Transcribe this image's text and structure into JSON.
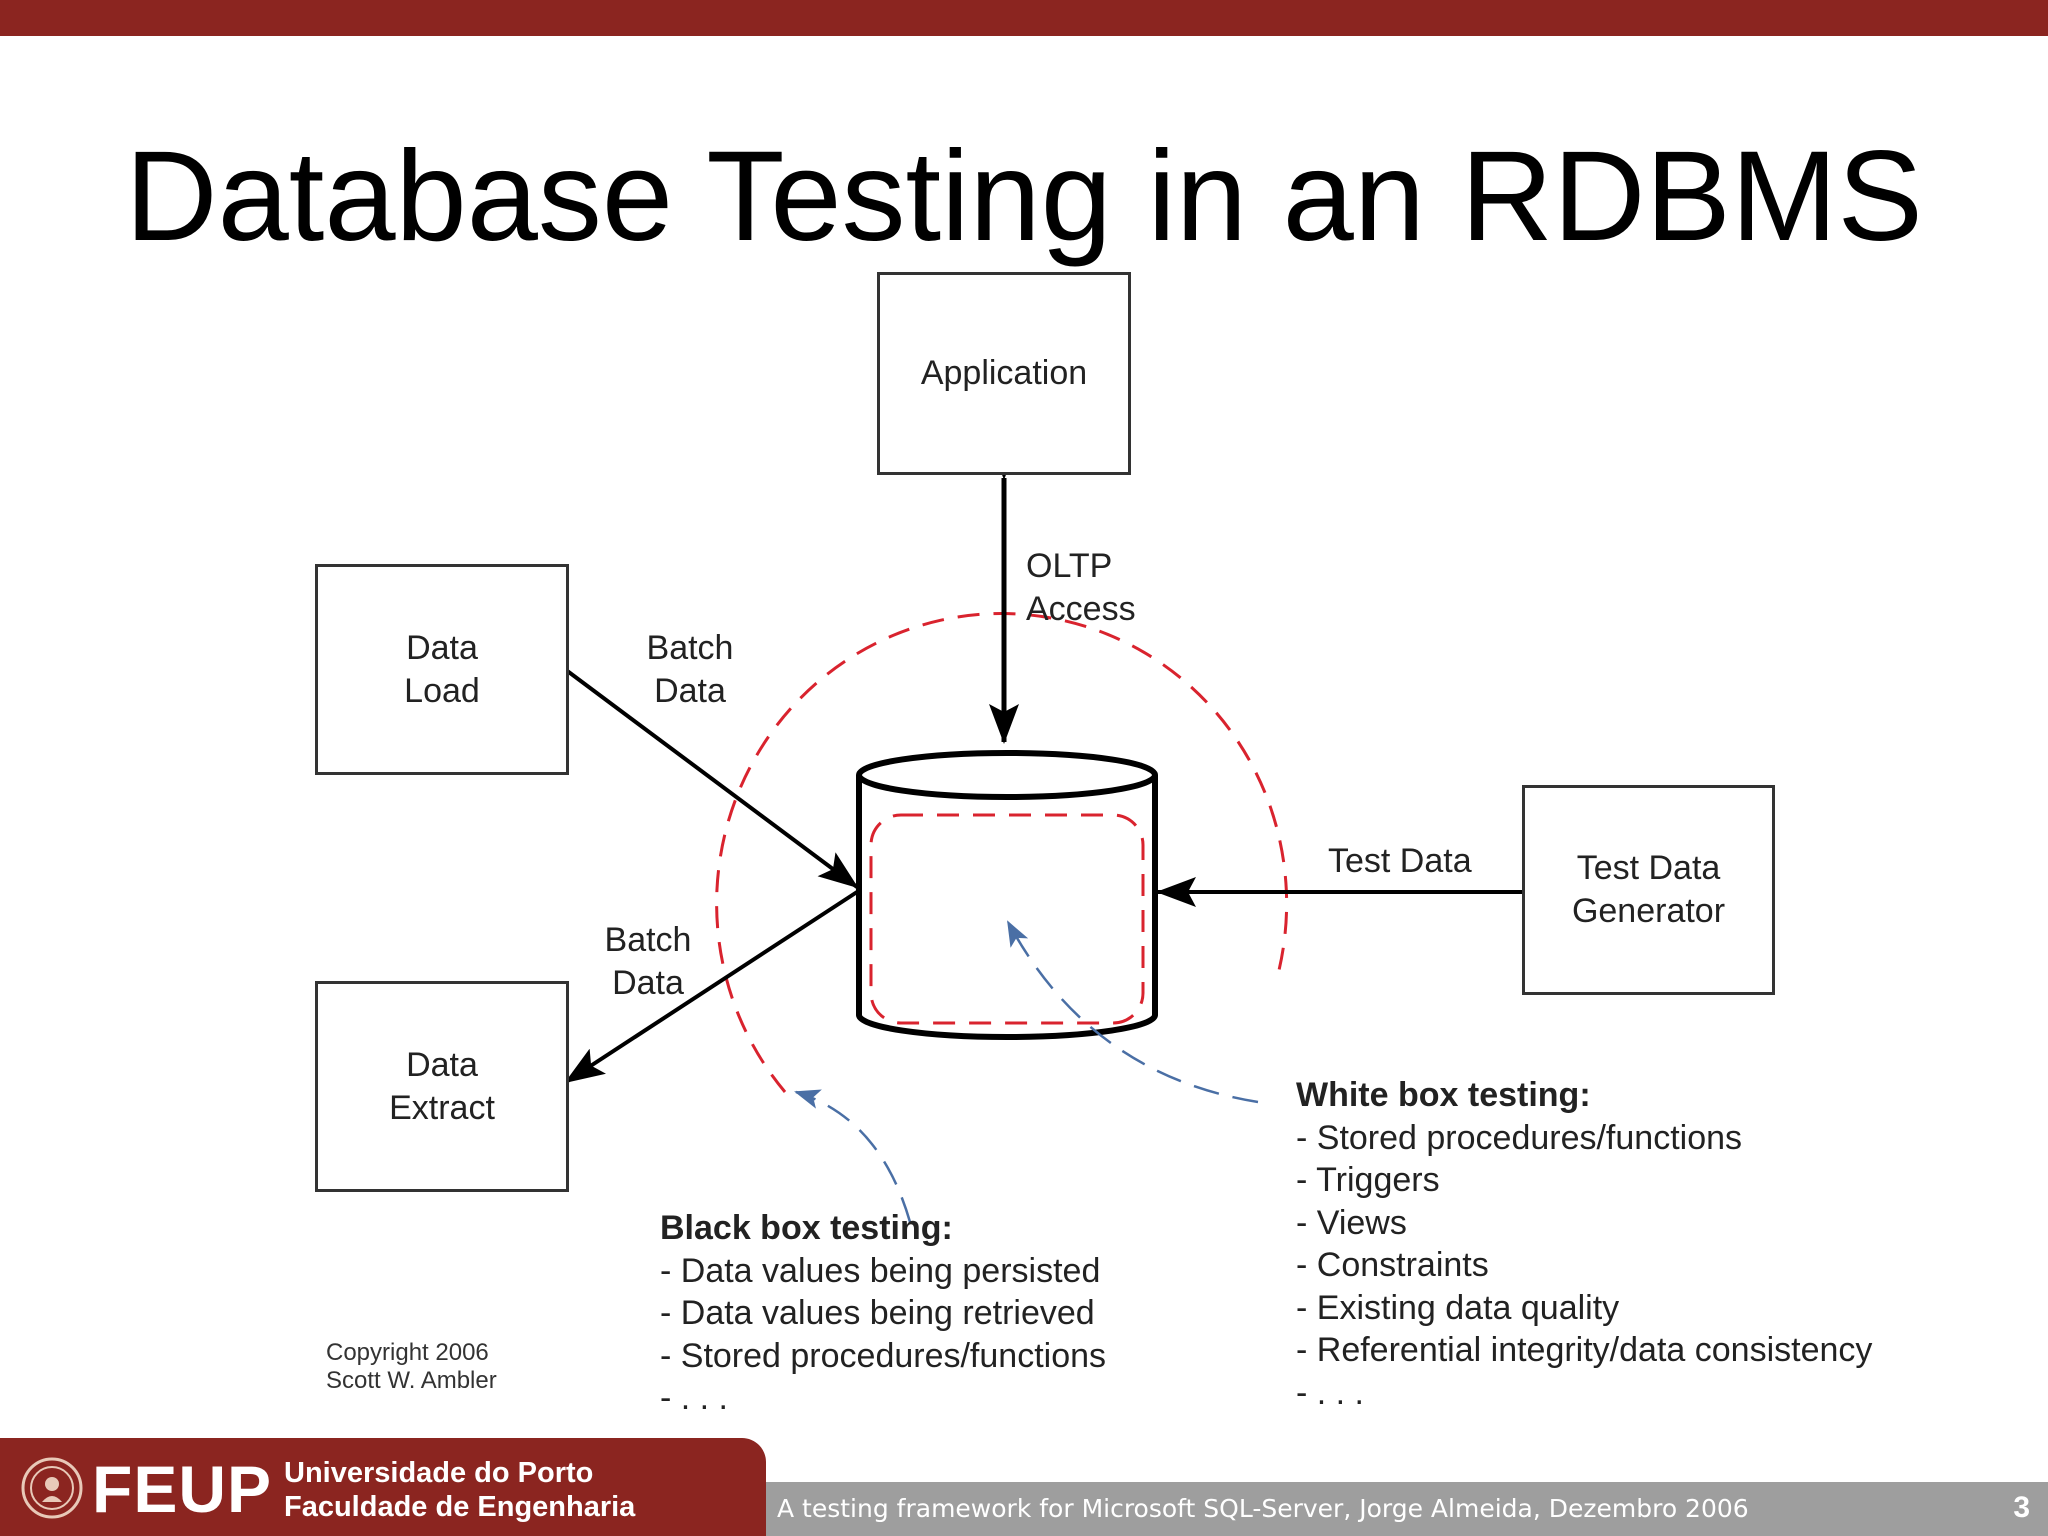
{
  "slide": {
    "title": "Database Testing in an RDBMS"
  },
  "diagram": {
    "boxes": {
      "application": "Application",
      "data_load": "Data\nLoad",
      "data_extract": "Data\nExtract",
      "test_data_generator": "Test Data\nGenerator"
    },
    "edge_labels": {
      "oltp_access": "OLTP\nAccess",
      "batch_data_in": "Batch\nData",
      "batch_data_out": "Batch\nData",
      "test_data": "Test Data"
    },
    "black_box": {
      "heading": "Black box testing:",
      "items": [
        "- Data values being persisted",
        "- Data values being retrieved",
        "- Stored procedures/functions",
        "- . . ."
      ]
    },
    "white_box": {
      "heading": "White box testing:",
      "items": [
        "- Stored procedures/functions",
        "- Triggers",
        "- Views",
        "- Constraints",
        "- Existing data quality",
        "- Referential integrity/data consistency",
        "- . . ."
      ]
    },
    "copyright": {
      "line1": "Copyright 2006",
      "line2": "Scott W. Ambler"
    },
    "colors": {
      "dashed_boundary": "#d9232e",
      "pointer_arrows": "#4a6fa5"
    }
  },
  "footer": {
    "logo_text": "FEUP",
    "university_line1": "Universidade do Porto",
    "university_line2": "Faculdade de Engenharia",
    "caption": "A testing framework for Microsoft SQL-Server,  Jorge Almeida, Dezembro 2006",
    "page_number": "3",
    "colors": {
      "brand_red": "#8b2520",
      "bar_gray": "#9e9e9e"
    }
  }
}
